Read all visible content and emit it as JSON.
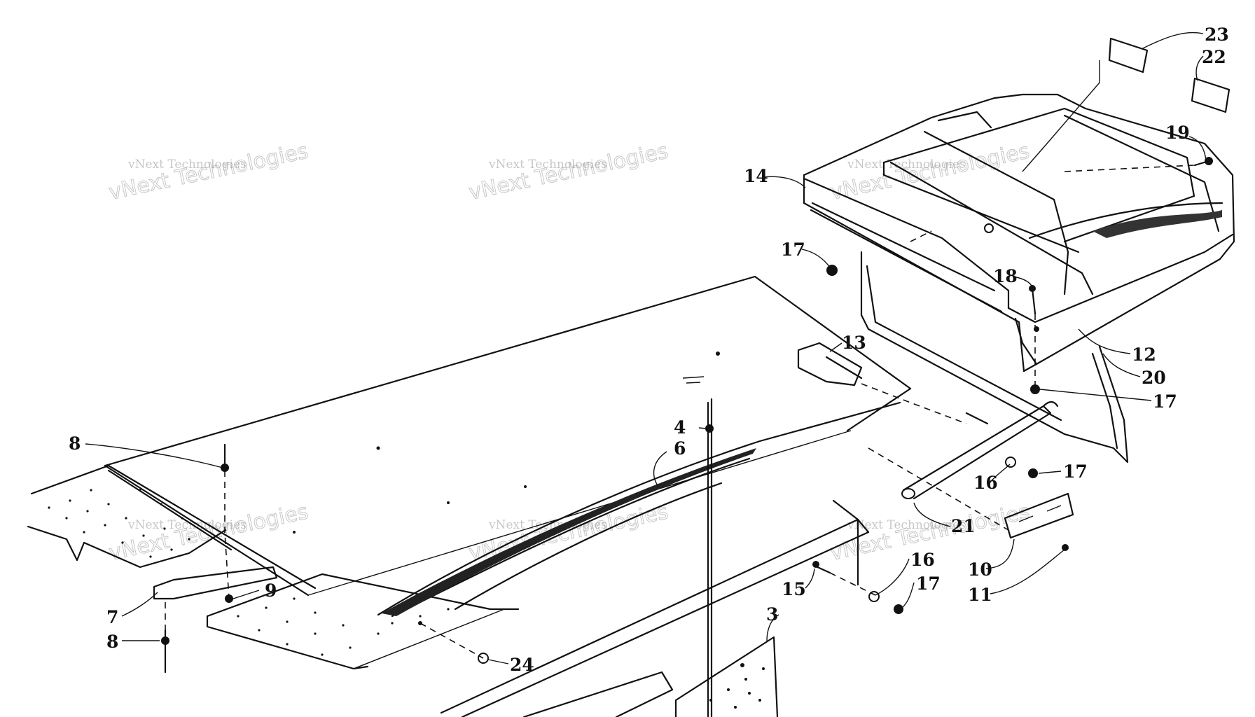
{
  "diagram": {
    "watermark": {
      "line1": "vNext Technologies",
      "line2": "vNext Technologies"
    },
    "callouts": {
      "c23": "23",
      "c22": "22",
      "c19": "19",
      "c14": "14",
      "c17a": "17",
      "c18": "18",
      "c13": "13",
      "c12": "12",
      "c20": "20",
      "c17b": "17",
      "c8a": "8",
      "c4": "4",
      "c6": "6",
      "c16a": "16",
      "c17c": "17",
      "c21": "21",
      "c9": "9",
      "c7": "7",
      "c8b": "8",
      "c10": "10",
      "c11": "11",
      "c15": "15",
      "c16b": "16",
      "c17d": "17",
      "c3": "3",
      "c24": "24"
    }
  }
}
